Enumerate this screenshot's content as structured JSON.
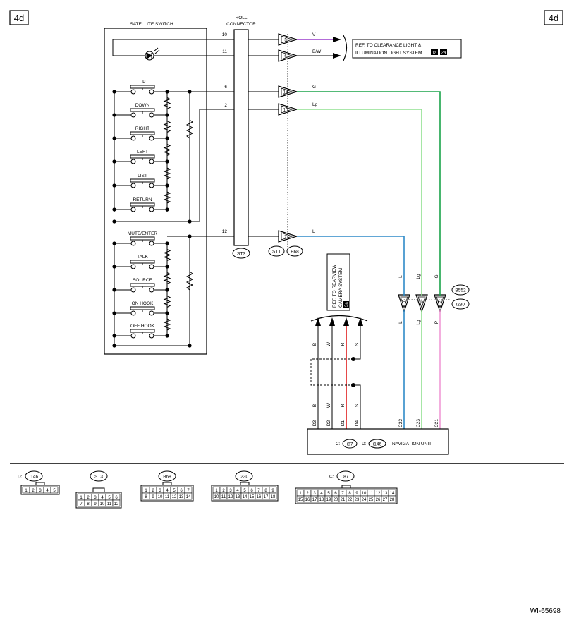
{
  "page": {
    "tag_left": "4d",
    "tag_right": "4d",
    "figure_id": "WI-65698"
  },
  "switch": {
    "title": "SATELLITE SWITCH",
    "buttons": [
      "UP",
      "DOWN",
      "RIGHT",
      "LEFT",
      "LIST",
      "RETURN",
      "MUTE/ENTER",
      "TALK",
      "SOURCE",
      "ON HOOK",
      "OFF HOOK"
    ]
  },
  "roll": {
    "title_1": "ROLL",
    "title_2": "CONNECTOR",
    "pins": [
      "10",
      "11",
      "6",
      "2",
      "12"
    ],
    "id": "ST3"
  },
  "connector_pins": [
    "5",
    "6",
    "14",
    "10",
    "7"
  ],
  "lower_connector_pins": [
    "10",
    "9",
    "7"
  ],
  "wires": {
    "v": "V",
    "bw": "B/W",
    "g": "G",
    "lg": "Lg",
    "l": "L"
  },
  "vertical_labels": {
    "upper": [
      "L",
      "Lg",
      "G"
    ],
    "lower": [
      "L",
      "Lg",
      "P"
    ],
    "camera_upper": [
      "B",
      "W",
      "R",
      "S"
    ],
    "camera_lower": [
      "B",
      "W",
      "R",
      "S"
    ],
    "nav_pins": [
      "D3",
      "D2",
      "D1",
      "D4",
      "C22",
      "C23",
      "C21"
    ]
  },
  "refs": {
    "clearance_1": "REF. TO CLEARANCE LIGHT &",
    "clearance_2": "ILLUMINATION LIGHT SYSTEM",
    "clearance_page_1": "1a",
    "clearance_page_2": "2a",
    "camera_1": "REF. TO REARVIEW",
    "camera_2": "CAMERA SYSTEM",
    "camera_page": "3a"
  },
  "nav": {
    "title": "NAVIGATION UNIT",
    "c_prefix": "C:",
    "c_id": "i87",
    "d_prefix": "D:",
    "d_id": "i146"
  },
  "connector_ids": {
    "st1": "ST1",
    "b68": "B68",
    "b552": "B552",
    "i230": "i230"
  },
  "pinouts": [
    {
      "label_prefix": "D:",
      "id": "i146",
      "rows": [
        [
          "1",
          "2",
          "3",
          "4",
          "5"
        ]
      ]
    },
    {
      "label_prefix": "",
      "id": "ST3",
      "rows": [
        [
          "1",
          "2",
          "3",
          "4",
          "5",
          "6"
        ],
        [
          "7",
          "8",
          "9",
          "10",
          "11",
          "12"
        ]
      ]
    },
    {
      "label_prefix": "",
      "id": "B68",
      "rows": [
        [
          "1",
          "2",
          "3",
          "4",
          "5",
          "6",
          "7"
        ],
        [
          "8",
          "9",
          "10",
          "11",
          "12",
          "13",
          "14"
        ]
      ]
    },
    {
      "label_prefix": "",
      "id": "i230",
      "rows": [
        [
          "1",
          "2",
          "3",
          "4",
          "5",
          "6",
          "7",
          "8",
          "9"
        ],
        [
          "10",
          "11",
          "12",
          "13",
          "14",
          "15",
          "16",
          "17",
          "18"
        ]
      ]
    },
    {
      "label_prefix": "C:",
      "id": "i87",
      "rows": [
        [
          "1",
          "2",
          "3",
          "4",
          "5",
          "6",
          "7",
          "8",
          "9",
          "10",
          "11",
          "12",
          "13",
          "14"
        ],
        [
          "15",
          "16",
          "17",
          "18",
          "19",
          "20",
          "21",
          "22",
          "23",
          "24",
          "25",
          "26",
          "27",
          "28"
        ]
      ]
    }
  ],
  "colors": {
    "violet": "#9a3ccc",
    "green": "#1aa34a",
    "light_green": "#8fe08f",
    "blue": "#2f8ac8",
    "red": "#e01b1b",
    "pink": "#f09ad5"
  }
}
